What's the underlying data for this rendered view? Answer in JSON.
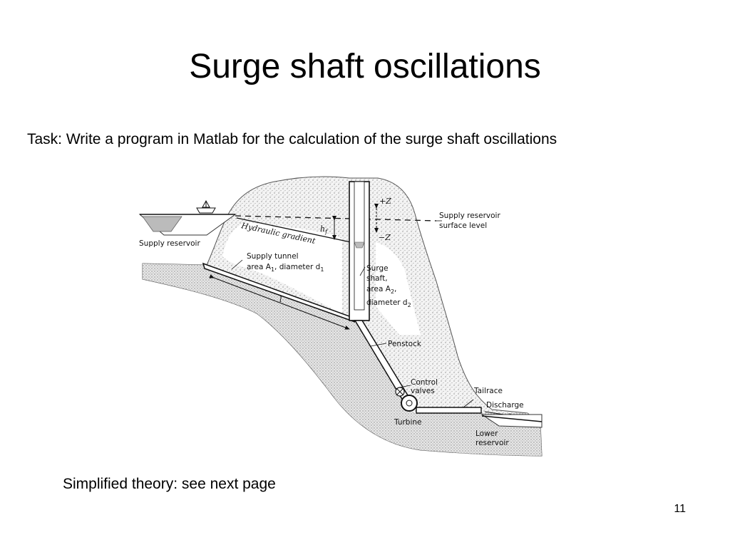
{
  "slide": {
    "title": "Surge shaft oscillations",
    "task": "Task: Write a program in Matlab for the calculation of the surge shaft oscillations",
    "note": "Simplified theory: see next page",
    "page_number": "11"
  },
  "diagram": {
    "labels": {
      "supply_reservoir": "Supply reservoir",
      "supply_reservoir_surface_1": "Supply reservoir",
      "supply_reservoir_surface_2": "surface level",
      "hydraulic_gradient": "Hydraulic gradient",
      "hf": "h",
      "hf_sub": "f",
      "plus_z": "+Z",
      "minus_z": "−Z",
      "supply_tunnel_1": "Supply tunnel",
      "supply_tunnel_2": "area A",
      "supply_tunnel_2_sub": "1",
      "supply_tunnel_2b": ", diameter d",
      "supply_tunnel_2b_sub": "1",
      "surge_1": "Surge",
      "surge_2": "shaft,",
      "surge_3": "area A",
      "surge_3_sub": "2",
      "surge_3b": ",",
      "surge_4": "diameter d",
      "surge_4_sub": "2",
      "length": "l",
      "penstock": "Penstock",
      "control_valves_1": "Control",
      "control_valves_2": "valves",
      "turbine": "Turbine",
      "tailrace": "Tailrace",
      "discharge": "Discharge",
      "lower_reservoir_1": "Lower",
      "lower_reservoir_2": "reservoir"
    }
  }
}
